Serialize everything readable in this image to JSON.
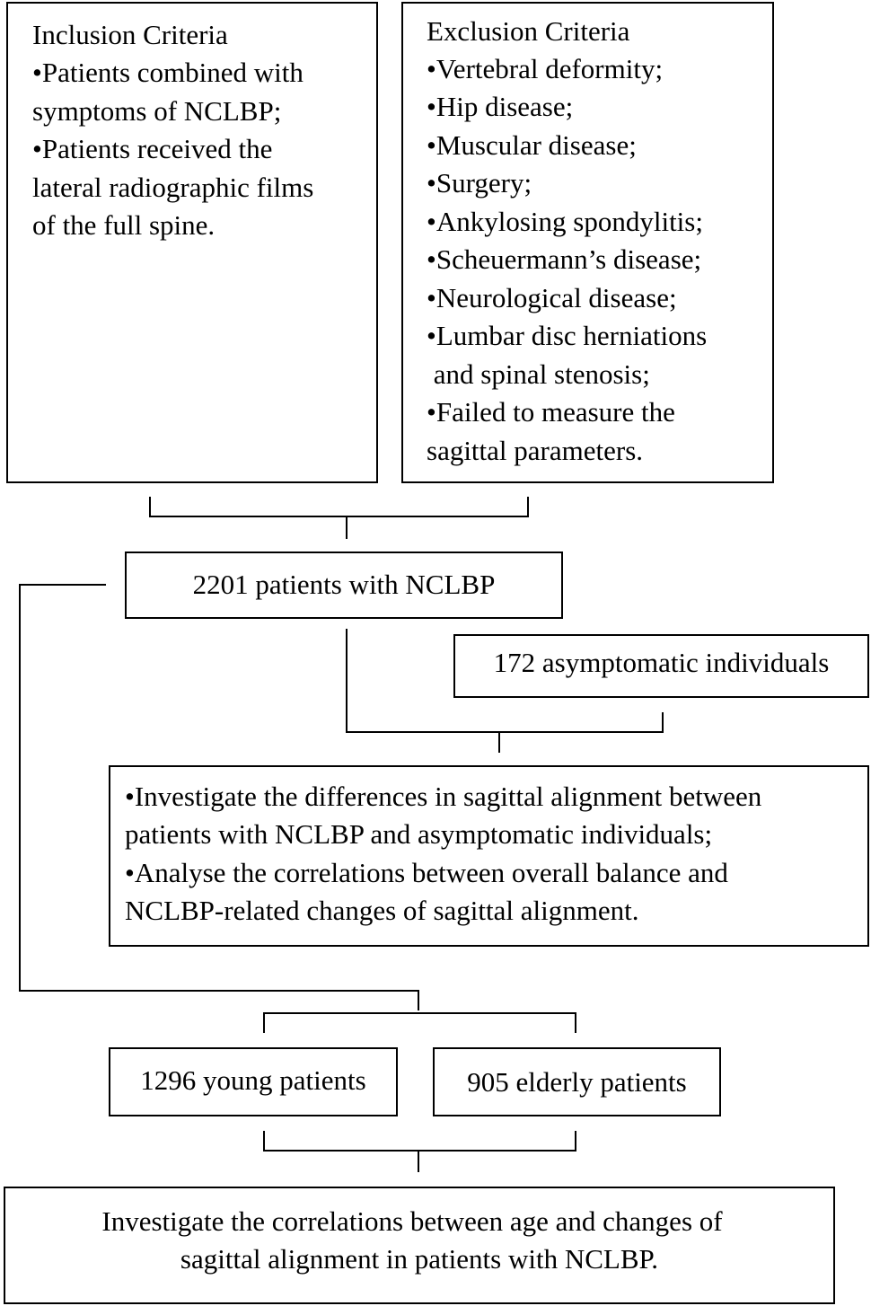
{
  "inclusion": {
    "title": "Inclusion Criteria",
    "lines": [
      "•Patients combined with",
      "symptoms of NCLBP;",
      "•Patients received the",
      "lateral radiographic films",
      "of the full spine."
    ]
  },
  "exclusion": {
    "title": "Exclusion Criteria",
    "lines": [
      "•Vertebral deformity;",
      "•Hip disease;",
      "•Muscular disease;",
      "•Surgery;",
      "•Ankylosing spondylitis;",
      "•Scheuermann’s disease;",
      "•Neurological disease;",
      "•Lumbar disc herniations",
      " and spinal stenosis;",
      "•Failed to measure the",
      "sagittal parameters."
    ]
  },
  "patients_box": {
    "label": "2201 patients with NCLBP"
  },
  "asymptomatic_box": {
    "label": "172 asymptomatic individuals"
  },
  "investigate_box": {
    "lines": [
      "•Investigate the differences in sagittal alignment between",
      "patients with NCLBP and asymptomatic individuals;",
      "•Analyse the correlations between overall balance and",
      "NCLBP-related changes of sagittal alignment."
    ]
  },
  "young_box": {
    "label": "1296 young patients"
  },
  "elderly_box": {
    "label": "905 elderly patients"
  },
  "final_box": {
    "lines": [
      "Investigate the correlations between age and changes of",
      "sagittal alignment in patients with NCLBP."
    ]
  }
}
